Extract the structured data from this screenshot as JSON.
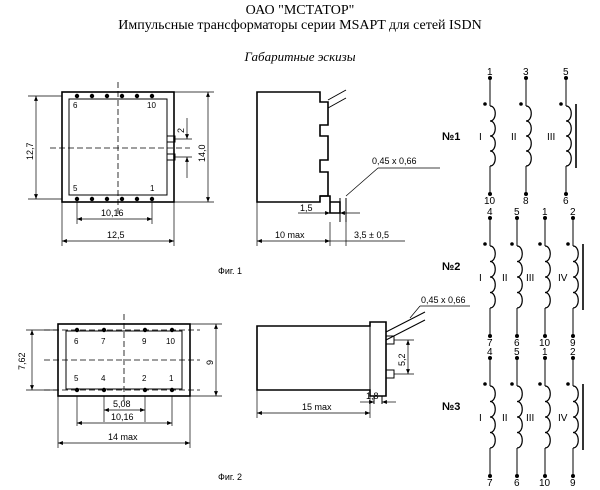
{
  "header": {
    "company": "ОАО \"МСТАТОР\"",
    "title": "Импульсные трансформаторы серии MSAPT для сетей ISDN",
    "subtitle": "Габаритные эскизы"
  },
  "fig1": {
    "caption": "Фиг. 1",
    "dim_height": "12,7",
    "dim_pin_pitch": "2",
    "dim_height_outer": "14,0",
    "dim_pin_span": "10,16",
    "dim_width": "12,5",
    "side_depth": "10 max",
    "pin_section": "0,45 x 0,66",
    "pin_offset": "1,5",
    "pin_length": "3,5 ± 0,5",
    "pins": {
      "tl": "6",
      "tr": "10",
      "bl": "5",
      "br": "1"
    }
  },
  "fig2": {
    "caption": "Фиг. 2",
    "dim_row_pitch": "7,62",
    "dim_height": "9",
    "dim_pitch": "5,08",
    "dim_pin_span": "10,16",
    "dim_width": "14 max",
    "side_depth": "15 max",
    "pin_section": "0,45 x 0,66",
    "pin_pitch_side": "5,2",
    "pin_offset": "1,8",
    "pins_top": [
      "6",
      "7",
      "9",
      "10"
    ],
    "pins_bottom": [
      "5",
      "4",
      "2",
      "1"
    ]
  },
  "schematics": [
    {
      "label": "№1",
      "coils": [
        {
          "top": "1",
          "bottom": "10",
          "roman": "I"
        },
        {
          "top": "3",
          "bottom": "8",
          "roman": "II"
        },
        {
          "top": "5",
          "bottom": "6",
          "roman": "III"
        }
      ]
    },
    {
      "label": "№2",
      "coils": [
        {
          "top": "4",
          "bottom": "7",
          "roman": "I"
        },
        {
          "top": "5",
          "bottom": "6",
          "roman": "II"
        },
        {
          "top": "1",
          "bottom": "10",
          "roman": "III"
        },
        {
          "top": "2",
          "bottom": "9",
          "roman": "IV"
        }
      ]
    },
    {
      "label": "№3",
      "coils": [
        {
          "top": "4",
          "bottom": "7",
          "roman": "I"
        },
        {
          "top": "5",
          "bottom": "6",
          "roman": "II"
        },
        {
          "top": "1",
          "bottom": "10",
          "roman": "III"
        },
        {
          "top": "2",
          "bottom": "9",
          "roman": "IV"
        }
      ]
    }
  ]
}
